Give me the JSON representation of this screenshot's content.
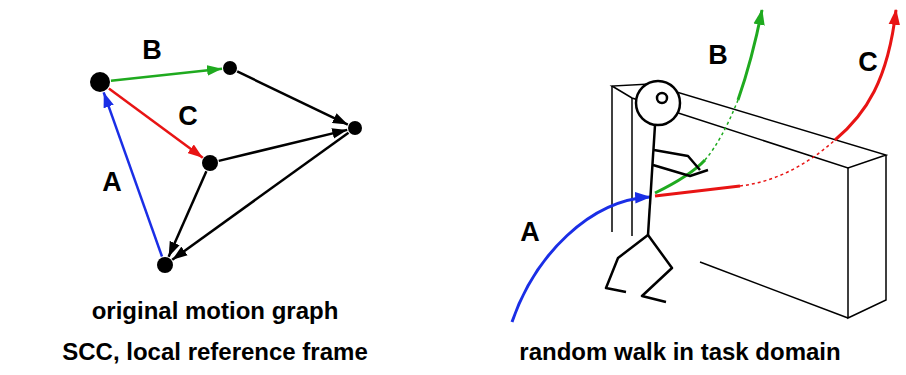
{
  "diagram": {
    "nodes": [
      {
        "text": []
      },
      {
        "text": []
      },
      {
        "text": []
      },
      {
        "text": []
      },
      {
        "text": []
      }
    ],
    "edges": [
      {
        "from": 0,
        "to": 1,
        "label": "B",
        "arrow": "to"
      },
      {
        "from": 0,
        "to": 3,
        "label": "C",
        "arrow": "to"
      },
      {
        "from": 1,
        "to": 2,
        "arrow": "to"
      },
      {
        "from": 3,
        "to": 2,
        "arrow": "to"
      },
      {
        "from": 2,
        "to": 4,
        "arrow": "to"
      },
      {
        "from": 3,
        "to": 4,
        "arrow": "to"
      },
      {
        "from": 4,
        "to": 0,
        "label": "A",
        "arrow": "to"
      }
    ],
    "labels": [
      "original motion graph",
      "SCC, local reference frame",
      "random walk in task domain",
      "A",
      "B",
      "C"
    ]
  }
}
